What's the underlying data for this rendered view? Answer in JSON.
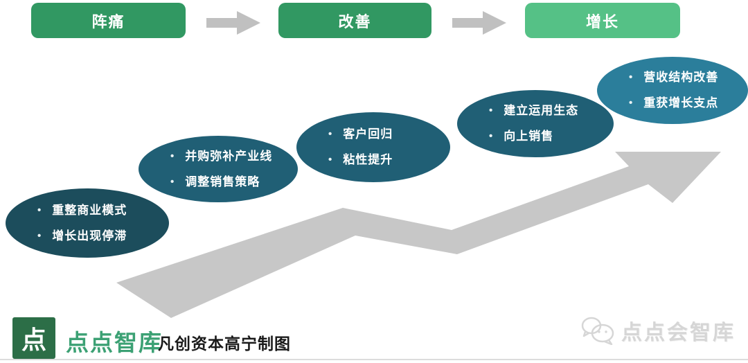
{
  "flow": {
    "stages": [
      {
        "label": "阵痛"
      },
      {
        "label": "改善"
      },
      {
        "label": "增长"
      }
    ]
  },
  "bubbles": [
    {
      "items": [
        "重整商业模式",
        "增长出现停滞"
      ]
    },
    {
      "items": [
        "并购弥补产业线",
        "调整销售策略"
      ]
    },
    {
      "items": [
        "客户回归",
        "粘性提升"
      ]
    },
    {
      "items": [
        "建立运用生态",
        "向上销售"
      ]
    },
    {
      "items": [
        "营收结构改善",
        "重获增长支点"
      ]
    }
  ],
  "glyphs": {
    "bullet": "•",
    "logo": "点"
  },
  "footer": {
    "brand": "点点智库",
    "credit": "凡创资本高宁制图"
  },
  "watermark": {
    "text": "点点会智库"
  },
  "colors": {
    "stage_green": "#319862",
    "stage_green_light": "#55c186",
    "bubble_dark": "#1c4d5c",
    "bubble_teal": "#205f75",
    "bubble_light": "#2b7e9b",
    "arrow_gray": "#c7c7c7",
    "flow_arrow_gray": "#c0c0c0",
    "logo_green": "#2c6e47",
    "brand_green": "#3ca174",
    "watermark_gray": "#d5d5d5"
  }
}
